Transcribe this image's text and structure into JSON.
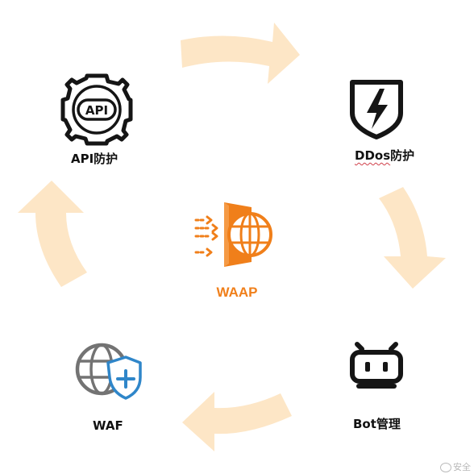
{
  "nodes": {
    "api": {
      "label": "API防护",
      "icon": "api-gear-icon",
      "badge": "API"
    },
    "ddos": {
      "label_prefix": "DDos",
      "label_suffix": "防护",
      "icon": "shield-lightning-icon"
    },
    "bot": {
      "label": "Bot管理",
      "icon": "robot-icon"
    },
    "waf": {
      "label": "WAF",
      "icon": "globe-shield-icon"
    },
    "center": {
      "label": "WAAP",
      "icon": "waap-door-globe-icon"
    }
  },
  "colors": {
    "accent_orange": "#f07f1a",
    "cycle_arrow": "#fde6c6",
    "icon_black": "#151515",
    "icon_gray": "#737373",
    "shield_blue": "#2f86c9"
  },
  "watermark": {
    "text": "安全",
    "icon": "weibo-icon"
  }
}
